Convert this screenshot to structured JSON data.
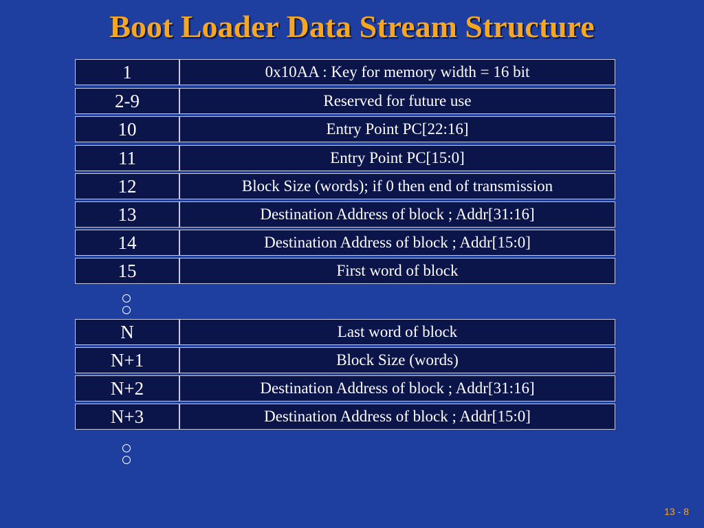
{
  "slide": {
    "title": "Boot Loader Data Stream Structure",
    "page_number": "13 - 8"
  },
  "colors": {
    "background": "#1e3fa0",
    "title": "#f5a623",
    "cell_fill": "#0b154a",
    "cell_border": "#c6cbe0",
    "text": "#ffffff"
  },
  "table_top": [
    {
      "word": "1",
      "description": "0x10AA :  Key for memory width = 16 bit"
    },
    {
      "word": "2-9",
      "description": "Reserved  for future use"
    },
    {
      "word": "10",
      "description": "Entry Point PC[22:16]"
    },
    {
      "word": "11",
      "description": "Entry Point PC[15:0]"
    },
    {
      "word": "12",
      "description": "Block Size (words); if 0 then end of transmission"
    },
    {
      "word": "13",
      "description": "Destination Address of block ; Addr[31:16]"
    },
    {
      "word": "14",
      "description": "Destination Address of block ; Addr[15:0]"
    },
    {
      "word": "15",
      "description": "First word of block"
    }
  ],
  "table_bottom": [
    {
      "word": "N",
      "description": "Last word of block"
    },
    {
      "word": "N+1",
      "description": "Block Size (words)"
    },
    {
      "word": "N+2",
      "description": "Destination Address of block ; Addr[31:16]"
    },
    {
      "word": "N+3",
      "description": "Destination Address of block ; Addr[15:0]"
    }
  ]
}
